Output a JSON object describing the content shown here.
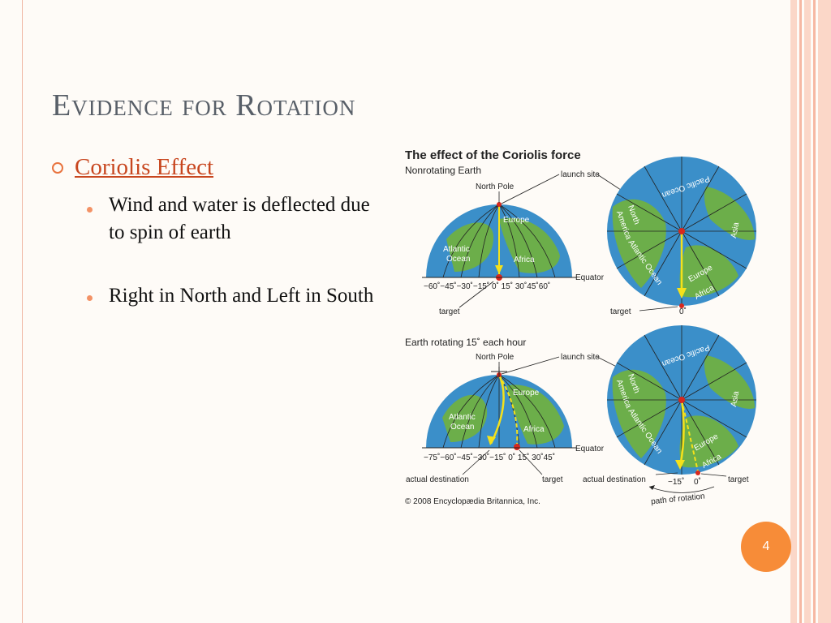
{
  "slide": {
    "title": "Evidence for Rotation",
    "page_number": "4"
  },
  "content": {
    "heading": "Coriolis Effect",
    "bullets": [
      "Wind and water is deflected due to spin of earth",
      "Right in North and Left in South"
    ]
  },
  "diagram": {
    "title": "The effect of the Coriolis force",
    "top_caption": "Nonrotating Earth",
    "bottom_caption": "Earth rotating 15˚ each hour",
    "north_pole": "North Pole",
    "launch_site": "launch site",
    "equator": "Equator",
    "target": "target",
    "actual_destination": "actual destination",
    "path_of_rotation": "path of rotation",
    "atlantic": "Atlantic",
    "ocean": "Ocean",
    "europe": "Europe",
    "africa": "Africa",
    "asia": "Asia",
    "pacific_ocean": "Pacific Ocean",
    "north": "North",
    "america": "America",
    "atlantic_ocean": "Atlantic Ocean",
    "top_longitudes": "−60˚−45˚−30˚−15˚ 0˚   15˚  30˚45˚60˚",
    "bottom_longitudes": "−75˚−60˚−45˚−30˚−15˚ 0˚   15˚ 30˚45˚",
    "zero": "0˚",
    "minus15": "−15˚",
    "copyright": "© 2008 Encyclopædia Britannica, Inc."
  },
  "colors": {
    "ocean": "#3b8fc9",
    "land": "#6cae4a",
    "arrow": "#f5e11a",
    "stripe": "#f6b8a3",
    "accent": "#f78c38"
  }
}
